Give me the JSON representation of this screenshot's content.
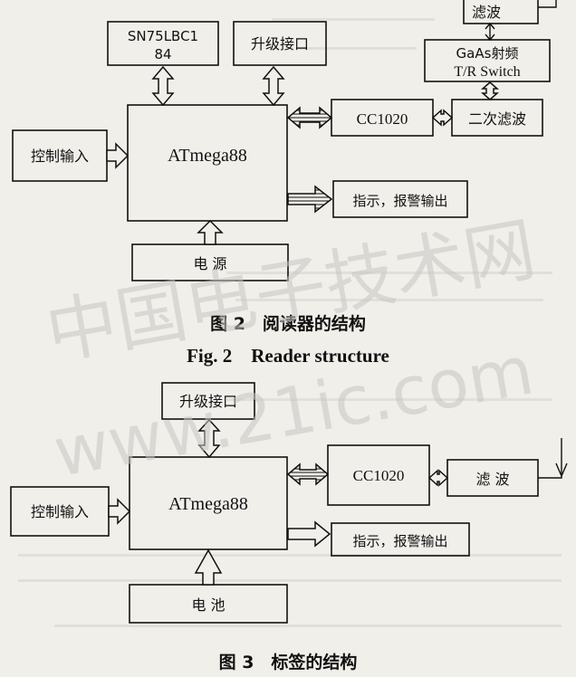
{
  "figure2": {
    "boxes": {
      "sn75lbc184_line1": "SN75LBC1",
      "sn75lbc184_line2": "84",
      "upgrade_port": "升级接口",
      "control_input": "控制输入",
      "mcu": "ATmega88",
      "cc1020": "CC1020",
      "secondary_filter": "二次滤波",
      "gaas_switch_line1": "GaAs射频",
      "gaas_switch_line2": "T/R Switch",
      "filter_top": "滤波",
      "indicator_alarm": "指示，报警输出",
      "power": "电 源"
    },
    "caption_cn": "图 2　阅读器的结构",
    "caption_en": "Fig. 2　Reader structure"
  },
  "figure3": {
    "boxes": {
      "upgrade_port": "升级接口",
      "control_input": "控制输入",
      "mcu": "ATmega88",
      "cc1020": "CC1020",
      "filter": "滤 波",
      "indicator_alarm": "指示，报警输出",
      "battery": "电 池"
    },
    "caption_cn": "图 3　标签的结构"
  },
  "watermark": {
    "line1": "中国电子技术网",
    "line2": "www.21ic.com"
  },
  "colors": {
    "paper": "#f1efea",
    "ink": "#111111",
    "watermark": "#c9c7c3"
  }
}
